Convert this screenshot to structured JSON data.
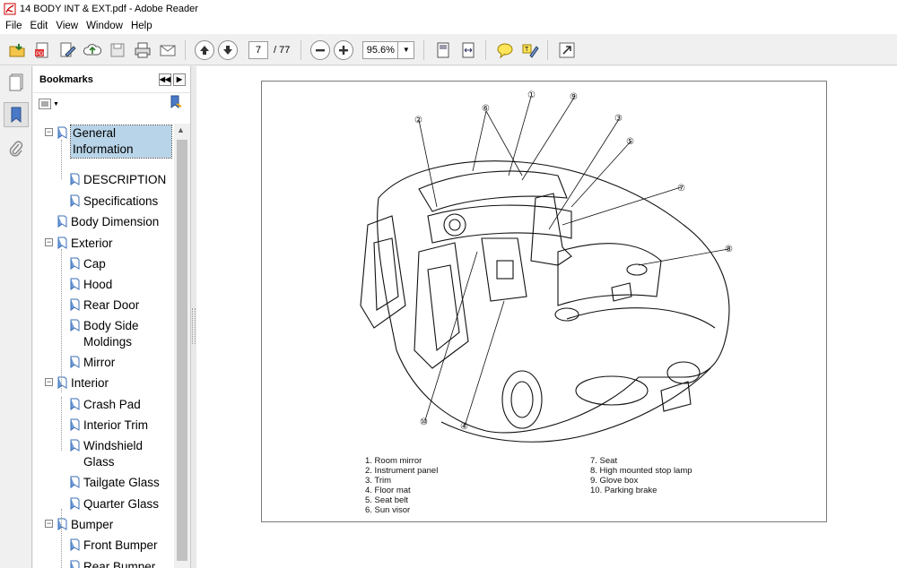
{
  "window": {
    "title": "14 BODY INT & EXT.pdf - Adobe Reader"
  },
  "menu": [
    "File",
    "Edit",
    "View",
    "Window",
    "Help"
  ],
  "toolbar": {
    "page_current": "7",
    "page_total": "/ 77",
    "zoom": "95.6%"
  },
  "panel": {
    "title": "Bookmarks"
  },
  "bookmarks": [
    {
      "label": "General Information",
      "level": 0,
      "expanded": true,
      "selected": true
    },
    {
      "label": "DESCRIPTION",
      "level": 1
    },
    {
      "label": "Specifications",
      "level": 1
    },
    {
      "label": "Body Dimension",
      "level": 0
    },
    {
      "label": "Exterior",
      "level": 0,
      "expanded": true
    },
    {
      "label": "Cap",
      "level": 1
    },
    {
      "label": "Hood",
      "level": 1
    },
    {
      "label": "Rear Door",
      "level": 1
    },
    {
      "label": "Body Side Moldings",
      "level": 1
    },
    {
      "label": "Mirror",
      "level": 1
    },
    {
      "label": "Interior",
      "level": 0,
      "expanded": true
    },
    {
      "label": "Crash Pad",
      "level": 1
    },
    {
      "label": "Interior Trim",
      "level": 1
    },
    {
      "label": "Windshield Glass",
      "level": 1
    },
    {
      "label": "Tailgate Glass",
      "level": 1
    },
    {
      "label": "Quarter Glass",
      "level": 1
    },
    {
      "label": "Bumper",
      "level": 0,
      "expanded": true
    },
    {
      "label": "Front Bumper",
      "level": 1
    },
    {
      "label": "Rear Bumper",
      "level": 1
    }
  ],
  "document": {
    "callouts": [
      "①",
      "②",
      "③",
      "④",
      "⑤",
      "⑥",
      "⑦",
      "⑧",
      "⑨",
      "⑩"
    ],
    "legend_left": [
      "1. Room mirror",
      "2. Instrument panel",
      "3. Trim",
      "4. Floor mat",
      "5. Seat belt",
      "6. Sun visor"
    ],
    "legend_right": [
      "7. Seat",
      "8. High mounted stop lamp",
      "9. Glove box",
      "10. Parking brake"
    ]
  }
}
